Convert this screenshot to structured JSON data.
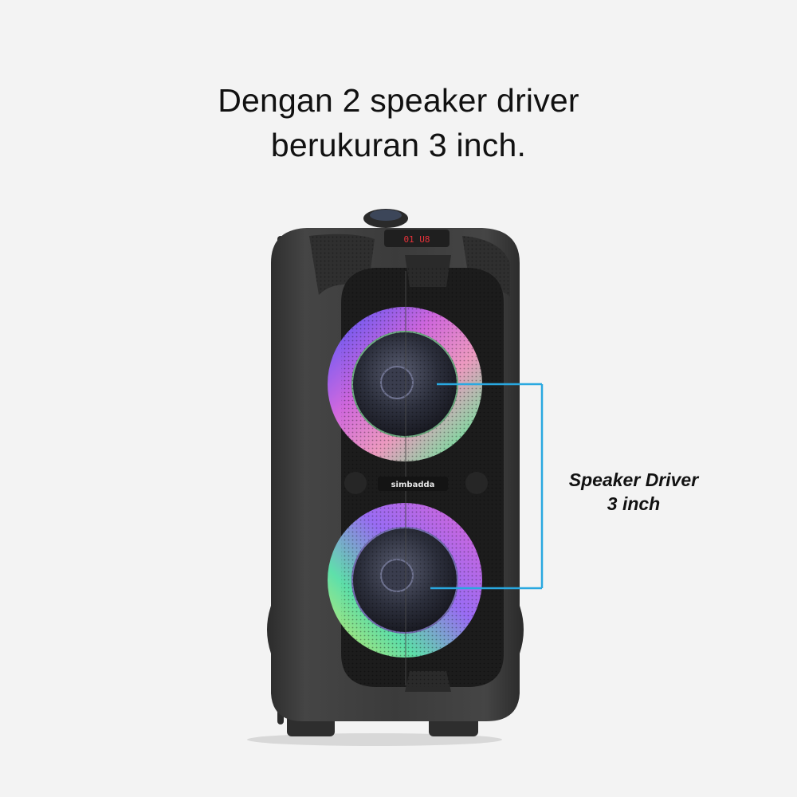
{
  "headline": {
    "line1": "Dengan 2 speaker driver",
    "line2": "berukuran 3 inch."
  },
  "product": {
    "brand_text": "simbadda",
    "display_text": "01 U8",
    "colors": {
      "body": "#3a3a3a",
      "body_dark": "#2a2a2a",
      "grille": "#1e1e1e",
      "display_led": "#e8323a"
    }
  },
  "callout": {
    "line1": "Speaker Driver",
    "line2": "3 inch",
    "line_color": "#29a8e0"
  }
}
